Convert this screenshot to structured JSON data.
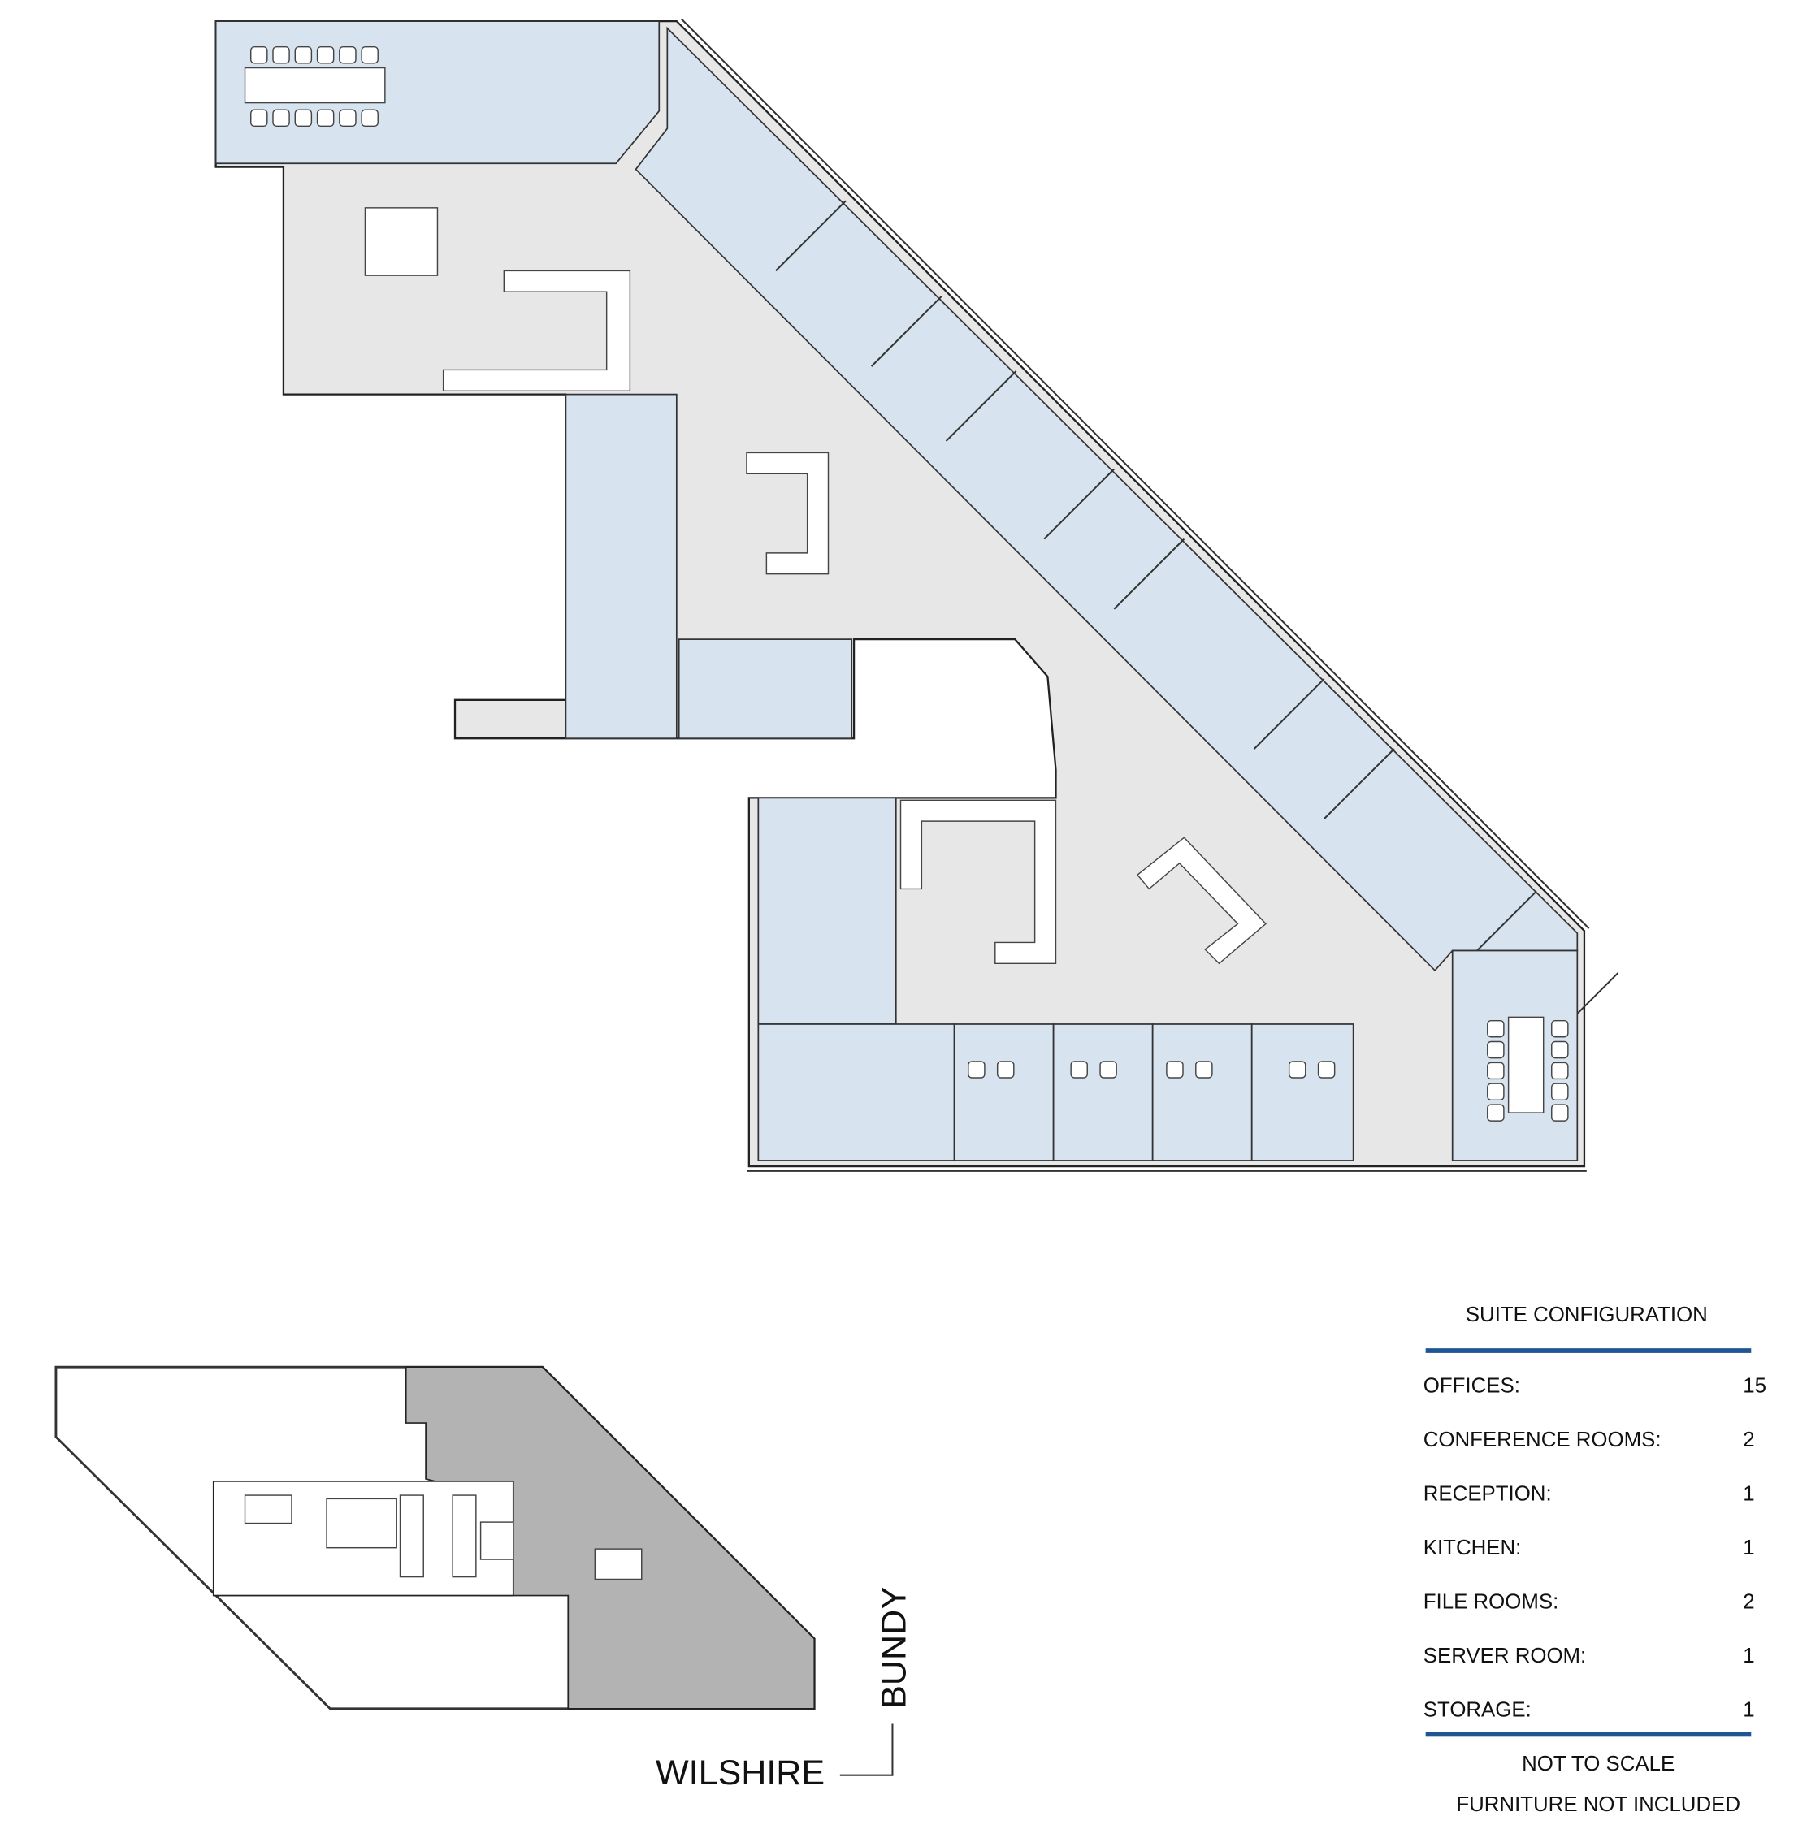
{
  "colors": {
    "room_fill": "#d7e3ef",
    "corridor_fill": "#e7e7e7",
    "keyplan_suite": "#b3b3b3",
    "rule_blue": "#1f5593"
  },
  "keyplan": {
    "street_vertical": "BUNDY",
    "street_horizontal": "WILSHIRE"
  },
  "suite_configuration": {
    "title": "SUITE CONFIGURATION",
    "rows": [
      {
        "label": "OFFICES:",
        "value": "15"
      },
      {
        "label": "CONFERENCE ROOMS:",
        "value": "2"
      },
      {
        "label": "RECEPTION:",
        "value": "1"
      },
      {
        "label": "KITCHEN:",
        "value": "1"
      },
      {
        "label": "FILE ROOMS:",
        "value": "2"
      },
      {
        "label": "SERVER ROOM:",
        "value": "1"
      },
      {
        "label": "STORAGE:",
        "value": "1"
      }
    ],
    "notes": [
      "NOT TO SCALE",
      "FURNITURE NOT INCLUDED"
    ]
  }
}
